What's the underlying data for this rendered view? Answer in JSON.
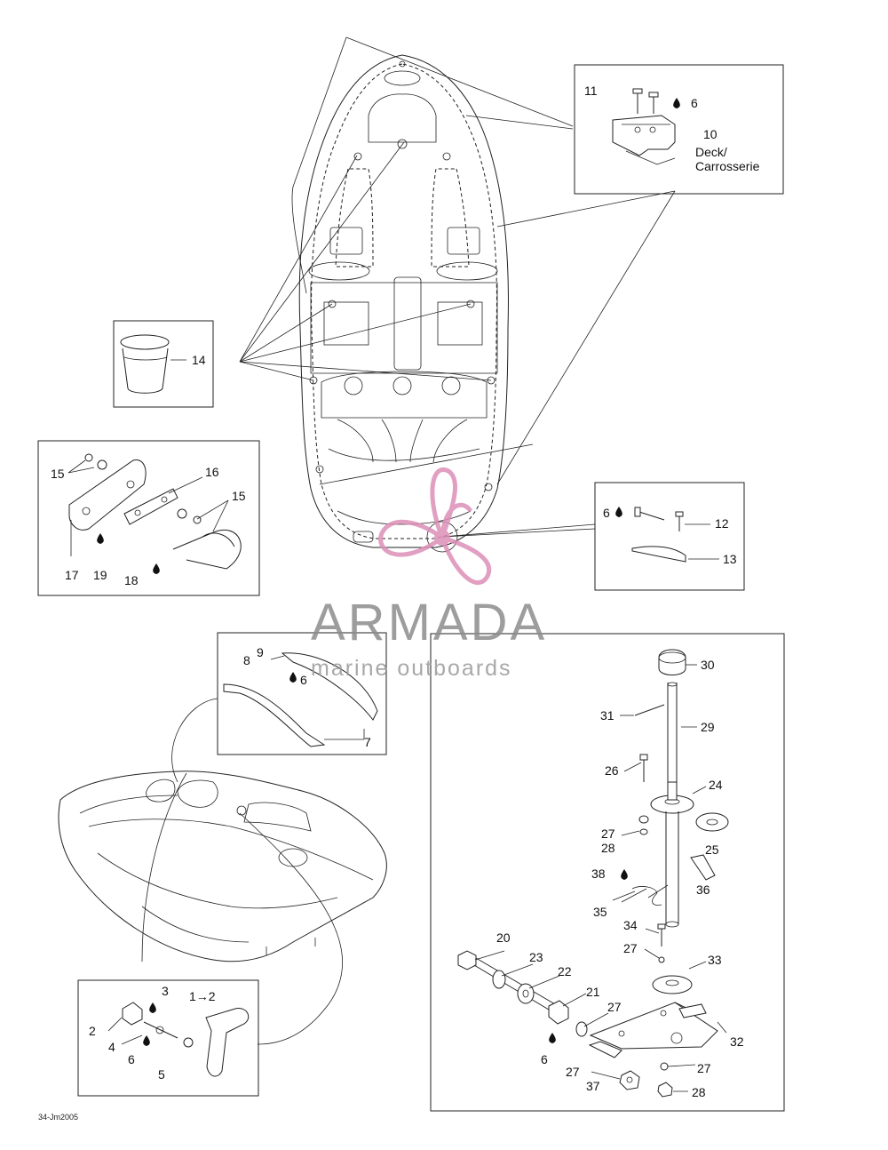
{
  "labels": {
    "p1_2": "1→2",
    "p2": "2",
    "p3": "3",
    "p4": "4",
    "p5": "5",
    "p6a": "6",
    "p6b": "6",
    "p6c": "6",
    "p6d": "6",
    "p6e": "6",
    "p7": "7",
    "p8": "8",
    "p9": "9",
    "p10": "10",
    "p11": "11",
    "p12": "12",
    "p13": "13",
    "p14": "14",
    "p15a": "15",
    "p15b": "15",
    "p16": "16",
    "p17": "17",
    "p18": "18",
    "p19": "19",
    "p20": "20",
    "p21": "21",
    "p22": "22",
    "p23": "23",
    "p24": "24",
    "p25": "25",
    "p26": "26",
    "p27a": "27",
    "p27b": "27",
    "p27c": "27",
    "p27d": "27",
    "p27e": "27",
    "p28a": "28",
    "p28b": "28",
    "p29": "29",
    "p30": "30",
    "p31": "31",
    "p32": "32",
    "p33": "33",
    "p34": "34",
    "p35": "35",
    "p36": "36",
    "p37": "37",
    "p38": "38"
  },
  "deck_label": {
    "line1": "Deck/",
    "line2": "Carrosserie"
  },
  "watermark": {
    "brand": "ARMADA",
    "tagline": "marine outboards",
    "color": "#dc8fb8"
  },
  "footer_code": "34-Jm2005"
}
